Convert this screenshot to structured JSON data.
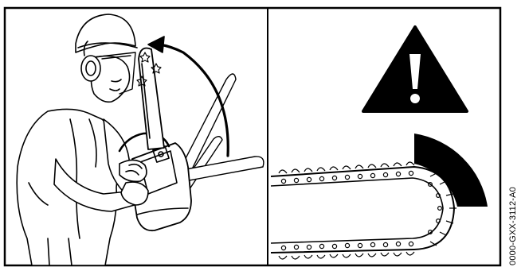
{
  "figure": {
    "reference_code": "0000-GXX-3112-A0"
  },
  "panels": {
    "left": {
      "illustration": "operator-kickback-illustration"
    },
    "right": {
      "illustration": "chain-kickback-zone-illustration"
    }
  },
  "icons": {
    "warning": "warning-triangle-icon",
    "arrow": "kickback-arrow-icon"
  },
  "colors": {
    "ink": "#000000",
    "paper": "#ffffff"
  }
}
